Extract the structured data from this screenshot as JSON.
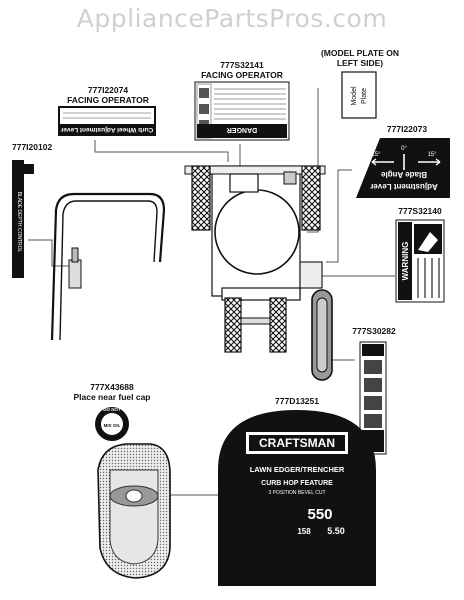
{
  "watermark": "AppliancePartsPros.com",
  "labels": {
    "p777S32141_num": "777S32141",
    "p777S32141_note": "FACING OPERATOR",
    "p777I22074_num": "777I22074",
    "p777I22074_note": "FACING OPERATOR",
    "model_plate_note_1": "(MODEL PLATE ON",
    "model_plate_note_2": "LEFT SIDE)",
    "p777I20102_num": "777I20102",
    "p777I22073_num": "777I22073",
    "p777S32140_num": "777S32140",
    "p777S30282_num": "777S30282",
    "p777X43688_num": "777X43688",
    "p777X43688_note": "Place near fuel cap",
    "p777D13251_num": "777D13251"
  },
  "decal_text": {
    "model_plate_1": "Model",
    "model_plate_2": "Plate",
    "wheel_lever": "Curb Wheel Adjustment Lever",
    "danger": "DANGER",
    "blade_angle_1": "Blade Angle",
    "blade_angle_2": "Adjustment Lever",
    "deg_left": "15°",
    "deg_mid": "0°",
    "deg_right": "15°",
    "warning": "WARNING",
    "blade_depth": "BLADE DEPTH CONTROL",
    "fuel_cap_1": "DO NOT",
    "fuel_cap_2": "MIX OIL",
    "brand": "CRAFTSMAN",
    "product_1": "LAWN EDGER/TRENCHER",
    "product_2": "CURB HOP FEATURE",
    "product_3": "3 POSITION BEVEL CUT",
    "engine_num": "550",
    "engine_val": "5.50",
    "engine_cc": "158"
  }
}
